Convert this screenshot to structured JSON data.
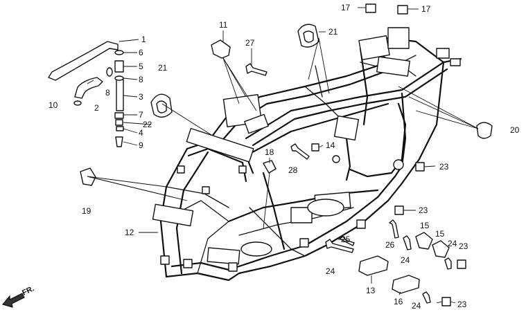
{
  "callouts": {
    "c1": "1",
    "c2": "2",
    "c3": "3",
    "c4": "4",
    "c5": "5",
    "c6": "6",
    "c7": "7",
    "c8a": "8",
    "c8b": "8",
    "c9": "9",
    "c10": "10",
    "c11": "11",
    "c12": "12",
    "c13": "13",
    "c14": "14",
    "c15a": "15",
    "c15b": "15",
    "c16": "16",
    "c17a": "17",
    "c17b": "17",
    "c18": "18",
    "c19": "19",
    "c20": "20",
    "c21a": "21",
    "c21b": "21",
    "c22": "22",
    "c23a": "23",
    "c23b": "23",
    "c23c": "23",
    "c23d": "23",
    "c24a": "24",
    "c24b": "24",
    "c24c": "24",
    "c24d": "24",
    "c25": "25",
    "c26": "26",
    "c27": "27",
    "c28": "28"
  },
  "direction": {
    "label": "FR."
  }
}
